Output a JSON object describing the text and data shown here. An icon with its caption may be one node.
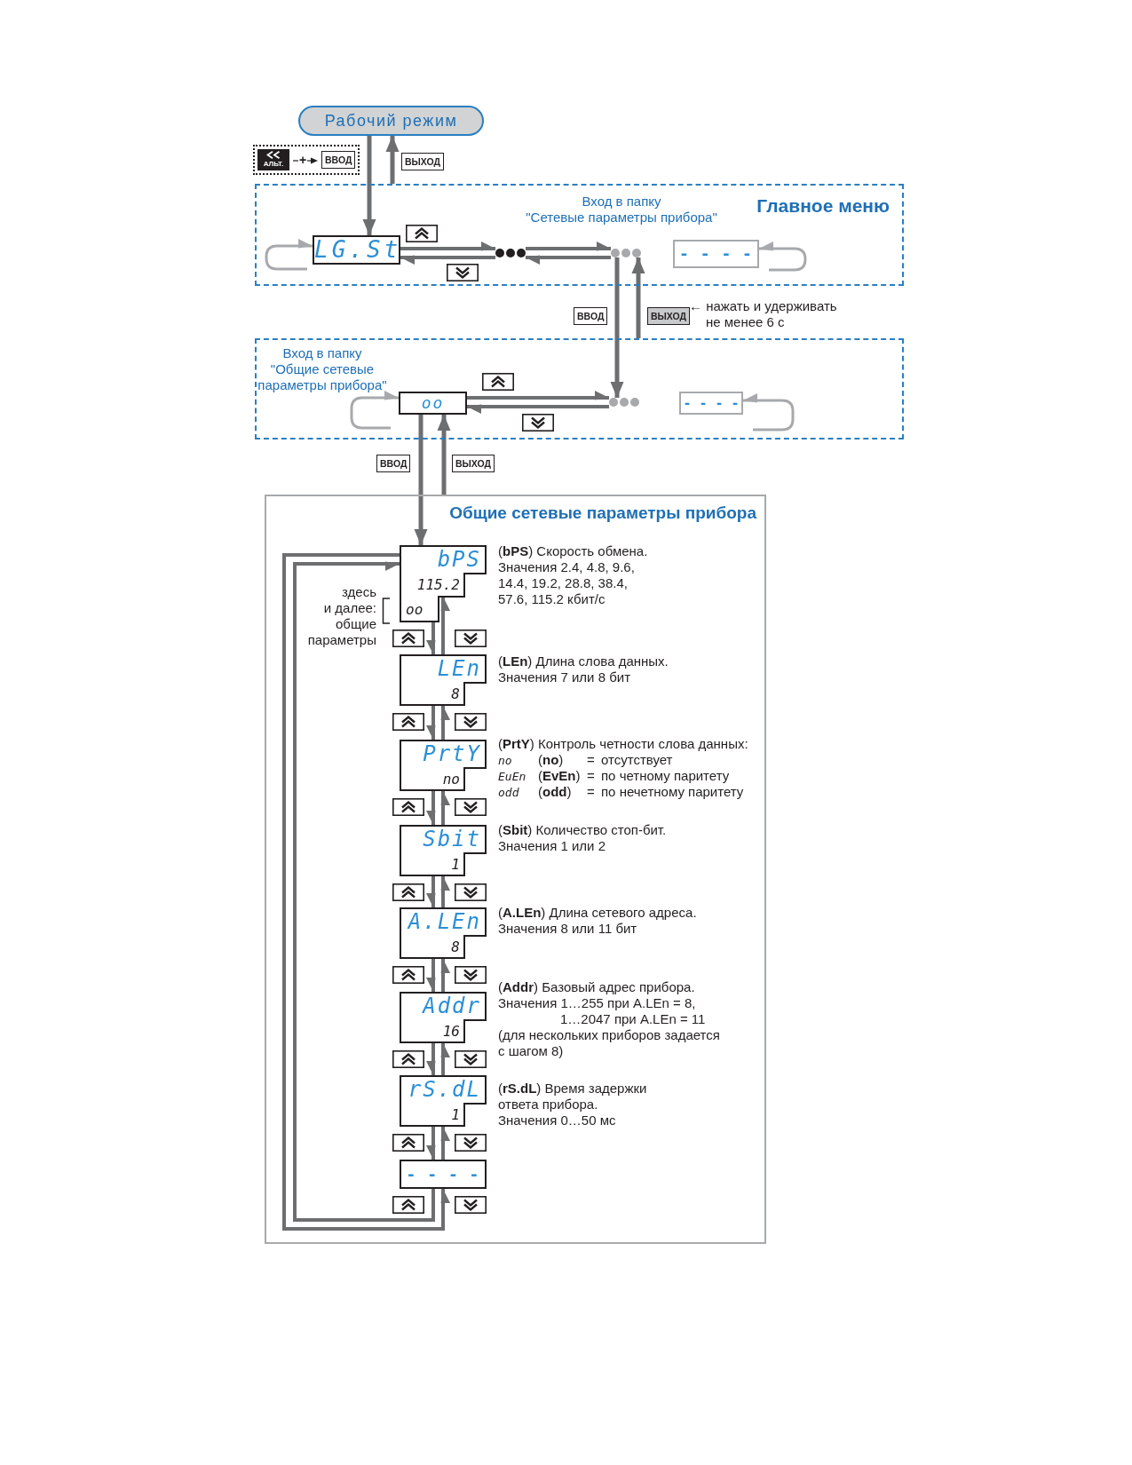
{
  "diagram": {
    "nodes": [
      {
        "text": [
          "Рабочий режим"
        ]
      },
      {
        "text": [
          "Главное меню"
        ]
      },
      {
        "text": [
          "LG.St"
        ],
        "in": 1
      },
      {
        "text": [],
        "shape": "dots",
        "in": 1
      },
      {
        "text": [],
        "shape": "dots",
        "in": 1,
        "beside": [
          "Вход в папку \"Сетевые параметры прибора\""
        ]
      },
      {
        "text": [
          "- - - -"
        ],
        "in": 1
      },
      {
        "text": [],
        "shape": "box"
      },
      {
        "text": [
          "oo"
        ],
        "in": 6,
        "beside": [
          "Вход в папку \"Общие сетевые параметры прибора\""
        ]
      },
      {
        "text": [],
        "shape": "dots",
        "in": 6
      },
      {
        "text": [
          "- - - -"
        ],
        "in": 6
      },
      {
        "text": [
          "Общие сетевые параметры прибора"
        ]
      },
      {
        "text": [
          "bPS",
          "115.2",
          "oo"
        ],
        "in": 10,
        "beside": [
          "(**bPS**) Скорость обмена. Значения 2.4, 4.8, 9.6, 14.4, 19.2, 28.8, 38.4, 57.6, 115.2 кбит/с",
          "здесь и далее: общие параметры"
        ]
      },
      {
        "text": [
          "LEn",
          "8"
        ],
        "in": 10,
        "beside": [
          "(**LEn**) Длина слова данных. Значения 7 или 8 бит"
        ]
      },
      {
        "text": [
          "PrtY",
          "no"
        ],
        "in": 10,
        "beside": [
          "(**PrtY**) Контроль четности слова данных:",
          "no (**no**) = отсутствует",
          "EuEn (**EvEn**) = по четному паритету",
          "odd (**odd**) = по нечетному паритету"
        ]
      },
      {
        "text": [
          "Sbit",
          "1"
        ],
        "in": 10,
        "beside": [
          "(**Sbit**) Количество стоп-бит. Значения 1 или 2"
        ]
      },
      {
        "text": [
          "A.LEn",
          "8"
        ],
        "in": 10,
        "beside": [
          "(**A.LEn**) Длина сетевого адреса. Значения 8 или 11 бит"
        ]
      },
      {
        "text": [
          "Addr",
          "16"
        ],
        "in": 10,
        "beside": [
          "(**Addr**) Базовый адрес прибора. Значения 1…255 при A.LEn = 8, 1…2047 при A.LEn = 11 (для нескольких приборов задается с шагом 8)"
        ]
      },
      {
        "text": [
          "rS.dL",
          "1"
        ],
        "in": 10,
        "beside": [
          "(**rS.dL**) Время задержки ответа прибора. Значения 0…50 мс"
        ]
      },
      {
        "text": [
          "- - - -"
        ],
        "in": 10
      }
    ],
    "edges": [
      {
        "from": 0,
        "to": 2,
        "arrow": "to",
        "label": "АЛЬТ. + ВВОД"
      },
      {
        "from": 1,
        "to": 0,
        "arrow": "to",
        "label": "ВЫХОД"
      },
      {
        "from": 2,
        "to": 3,
        "arrow": "to"
      },
      {
        "from": 3,
        "to": 2,
        "arrow": "to"
      },
      {
        "from": 3,
        "to": 4,
        "arrow": "to"
      },
      {
        "from": 4,
        "to": 3,
        "arrow": "to"
      },
      {
        "from": null,
        "to": 2,
        "arrow": "to",
        "color": "#a7a9ac"
      },
      {
        "from": null,
        "to": 5,
        "arrow": "to",
        "color": "#a7a9ac"
      },
      {
        "from": 4,
        "to": 8,
        "arrow": "to",
        "label": "ВВОД"
      },
      {
        "from": 6,
        "to": 4,
        "arrow": "to",
        "label": "ВЫХОД"
      },
      {
        "from": 7,
        "to": 8,
        "arrow": "to"
      },
      {
        "from": 8,
        "to": 7,
        "arrow": "to"
      },
      {
        "from": null,
        "to": 7,
        "arrow": "to",
        "color": "#a7a9ac"
      },
      {
        "from": null,
        "to": 9,
        "arrow": "to",
        "color": "#a7a9ac"
      },
      {
        "from": 7,
        "to": 11,
        "arrow": "to",
        "label": "ВВОД"
      },
      {
        "from": 10,
        "to": 7,
        "arrow": "to",
        "label": "ВЫХОД"
      },
      {
        "from": 11,
        "to": 12,
        "arrow": "to"
      },
      {
        "from": 12,
        "to": 11,
        "arrow": "to"
      },
      {
        "from": 12,
        "to": 13,
        "arrow": "to"
      },
      {
        "from": 13,
        "to": 12,
        "arrow": "to"
      },
      {
        "from": 13,
        "to": 14,
        "arrow": "to"
      },
      {
        "from": 14,
        "to": 13,
        "arrow": "to"
      },
      {
        "from": 14,
        "to": 15,
        "arrow": "to"
      },
      {
        "from": 15,
        "to": 14,
        "arrow": "to"
      },
      {
        "from": 15,
        "to": 16,
        "arrow": "to"
      },
      {
        "from": 16,
        "to": 15,
        "arrow": "to"
      },
      {
        "from": 16,
        "to": 17,
        "arrow": "to"
      },
      {
        "from": 17,
        "to": 16,
        "arrow": "to"
      },
      {
        "from": 17,
        "to": 18,
        "arrow": "to"
      },
      {
        "from": 18,
        "to": 17,
        "arrow": "to"
      },
      {
        "from": 18,
        "to": 11,
        "arrow": "to"
      },
      {
        "from": 11,
        "to": 18,
        "arrow": "to"
      }
    ],
    "labels": [
      "← нажать и удерживать не менее 6 с"
    ]
  }
}
